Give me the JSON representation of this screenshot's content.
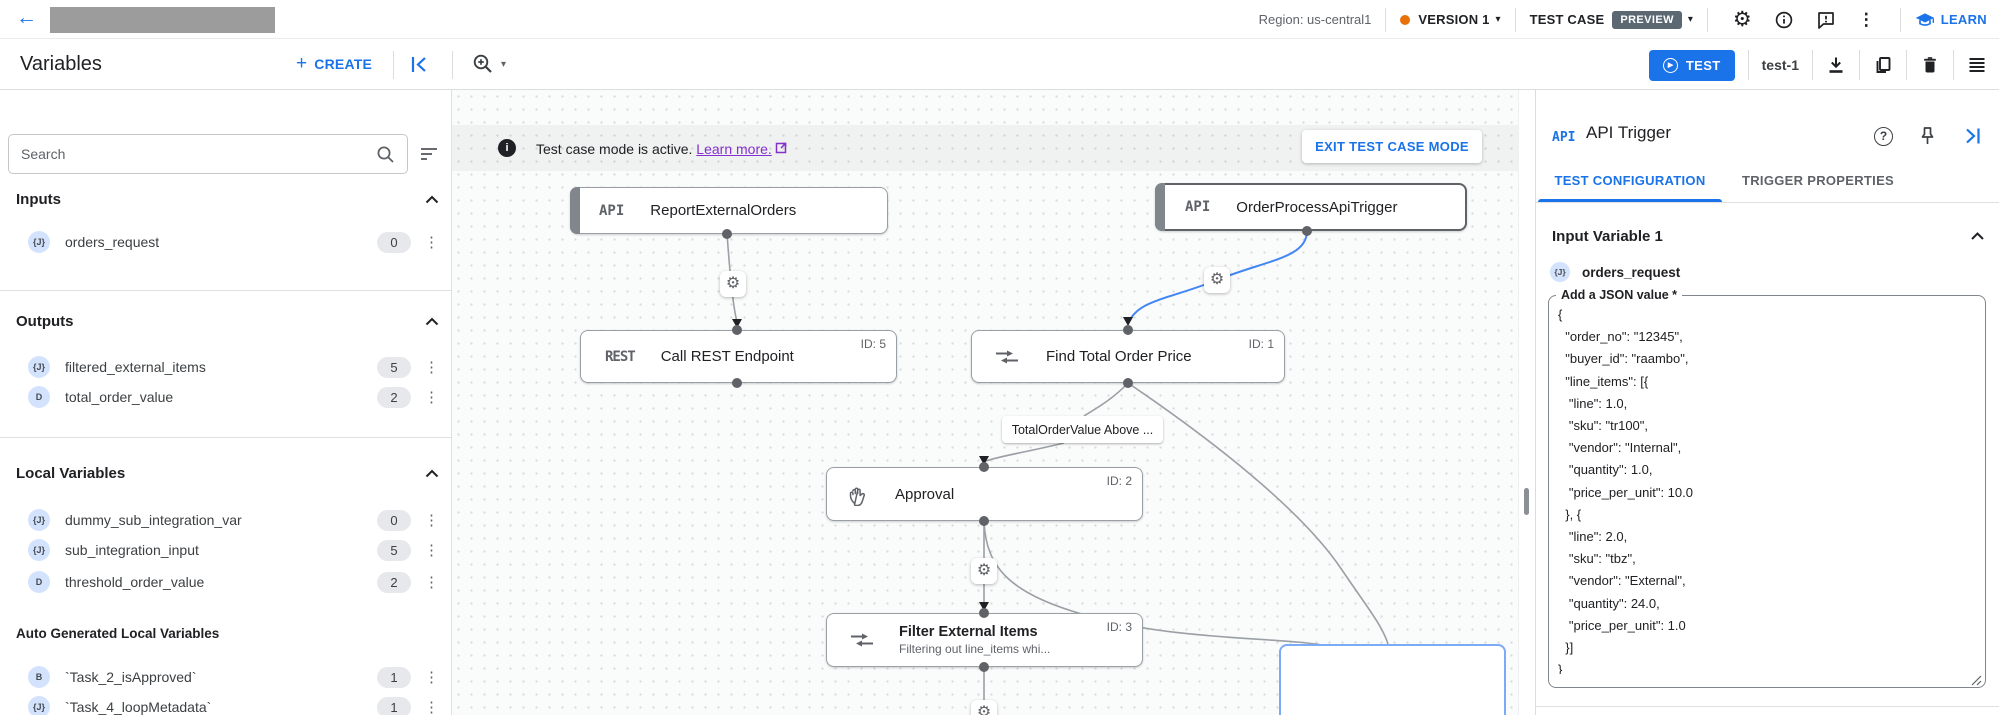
{
  "topbar": {
    "region": "Region: us-central1",
    "version_label": "VERSION 1",
    "test_case_label": "TEST CASE",
    "preview_badge": "PREVIEW",
    "learn_label": "LEARN"
  },
  "toolbar": {
    "title": "Variables",
    "create_label": "CREATE",
    "test_label": "TEST",
    "test_name": "test-1"
  },
  "sidebar": {
    "search_placeholder": "Search",
    "sections": [
      {
        "title": "Inputs",
        "items": [
          {
            "type": "{J}",
            "name": "orders_request",
            "count": "0"
          }
        ]
      },
      {
        "title": "Outputs",
        "items": [
          {
            "type": "{J}",
            "name": "filtered_external_items",
            "count": "5"
          },
          {
            "type": "D",
            "name": "total_order_value",
            "count": "2"
          }
        ]
      },
      {
        "title": "Local Variables",
        "items": [
          {
            "type": "{J}",
            "name": "dummy_sub_integration_var",
            "count": "0"
          },
          {
            "type": "{J}",
            "name": "sub_integration_input",
            "count": "5"
          },
          {
            "type": "D",
            "name": "threshold_order_value",
            "count": "2"
          }
        ]
      },
      {
        "title": "Auto Generated Local Variables",
        "items": [
          {
            "type": "B",
            "name": "`Task_2_isApproved`",
            "count": "1"
          },
          {
            "type": "{J}",
            "name": "`Task_4_loopMetadata`",
            "count": "1"
          }
        ]
      }
    ]
  },
  "canvas": {
    "banner": {
      "text": "Test case mode is active.",
      "link": "Learn more.",
      "exit": "EXIT TEST CASE MODE"
    },
    "nodes": {
      "report": {
        "type": "API",
        "name": "ReportExternalOrders"
      },
      "trigger": {
        "type": "API",
        "name": "OrderProcessApiTrigger"
      },
      "rest": {
        "type": "REST",
        "name": "Call REST Endpoint",
        "id": "ID: 5"
      },
      "find": {
        "name": "Find Total Order Price",
        "id": "ID: 1"
      },
      "approval": {
        "name": "Approval",
        "id": "ID: 2"
      },
      "filter": {
        "name": "Filter External Items",
        "subtitle": "Filtering out line_items whi...",
        "id": "ID: 3"
      }
    },
    "edge_label": "TotalOrderValue Above ..."
  },
  "panel": {
    "type_label": "API",
    "title": "API Trigger",
    "tabs": [
      {
        "label": "TEST CONFIGURATION"
      },
      {
        "label": "TRIGGER PROPERTIES"
      }
    ],
    "section_title": "Input Variable 1",
    "variable": {
      "type": "{J}",
      "name": "orders_request"
    },
    "field_label": "Add a JSON value *",
    "json_value": "{\n  \"order_no\": \"12345\",\n  \"buyer_id\": \"raambo\",\n  \"line_items\": [{\n   \"line\": 1.0,\n   \"sku\": \"tr100\",\n   \"vendor\": \"Internal\",\n   \"quantity\": 1.0,\n   \"price_per_unit\": 10.0\n  }, {\n   \"line\": 2.0,\n   \"sku\": \"tbz\",\n   \"vendor\": \"External\",\n   \"quantity\": 24.0,\n   \"price_per_unit\": 1.0\n  }]\n}"
  },
  "colors": {
    "accent": "#1a73e8",
    "version_dot": "#e8710a",
    "link_purple": "#8430ce",
    "edge_blue": "#4285f4"
  }
}
